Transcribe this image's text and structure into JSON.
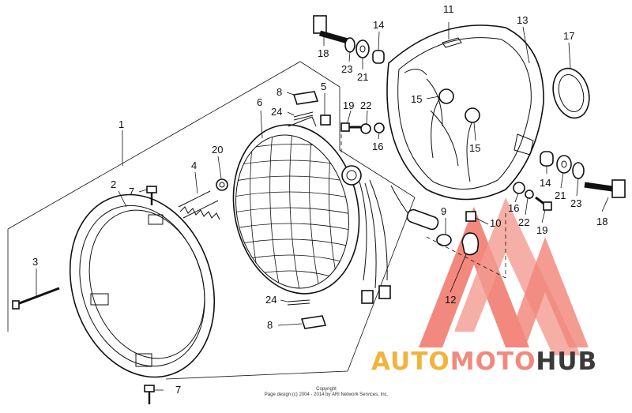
{
  "callouts": [
    {
      "id": "c1",
      "label": "1"
    },
    {
      "id": "c2",
      "label": "2"
    },
    {
      "id": "c3",
      "label": "3"
    },
    {
      "id": "c4",
      "label": "4"
    },
    {
      "id": "c5",
      "label": "5"
    },
    {
      "id": "c6",
      "label": "6"
    },
    {
      "id": "c7a",
      "label": "7"
    },
    {
      "id": "c7b",
      "label": "7"
    },
    {
      "id": "c8a",
      "label": "8"
    },
    {
      "id": "c8b",
      "label": "8"
    },
    {
      "id": "c9",
      "label": "9"
    },
    {
      "id": "c10",
      "label": "10"
    },
    {
      "id": "c11",
      "label": "11"
    },
    {
      "id": "c12",
      "label": "12"
    },
    {
      "id": "c13",
      "label": "13"
    },
    {
      "id": "c14a",
      "label": "14"
    },
    {
      "id": "c14b",
      "label": "14"
    },
    {
      "id": "c15a",
      "label": "15"
    },
    {
      "id": "c15b",
      "label": "15"
    },
    {
      "id": "c16a",
      "label": "16"
    },
    {
      "id": "c16b",
      "label": "16"
    },
    {
      "id": "c17",
      "label": "17"
    },
    {
      "id": "c18a",
      "label": "18"
    },
    {
      "id": "c18b",
      "label": "18"
    },
    {
      "id": "c19a",
      "label": "19"
    },
    {
      "id": "c19b",
      "label": "19"
    },
    {
      "id": "c20",
      "label": "20"
    },
    {
      "id": "c21a",
      "label": "21"
    },
    {
      "id": "c21b",
      "label": "21"
    },
    {
      "id": "c22a",
      "label": "22"
    },
    {
      "id": "c22b",
      "label": "22"
    },
    {
      "id": "c23a",
      "label": "23"
    },
    {
      "id": "c23b",
      "label": "23"
    },
    {
      "id": "c24a",
      "label": "24"
    },
    {
      "id": "c24b",
      "label": "24"
    }
  ],
  "copyright": {
    "line1": "Copyright",
    "line2": "Page design (c) 2004 - 2014 by ARI Network Services, Inc."
  },
  "watermark": {
    "part1": "AUTO",
    "part2": "MOTO",
    "part3": "HUB",
    "colors": {
      "auto": "#f2b33d",
      "moto": "#f08a7c",
      "hub": "#3a3a3a",
      "triangle": "#f0786a"
    }
  }
}
